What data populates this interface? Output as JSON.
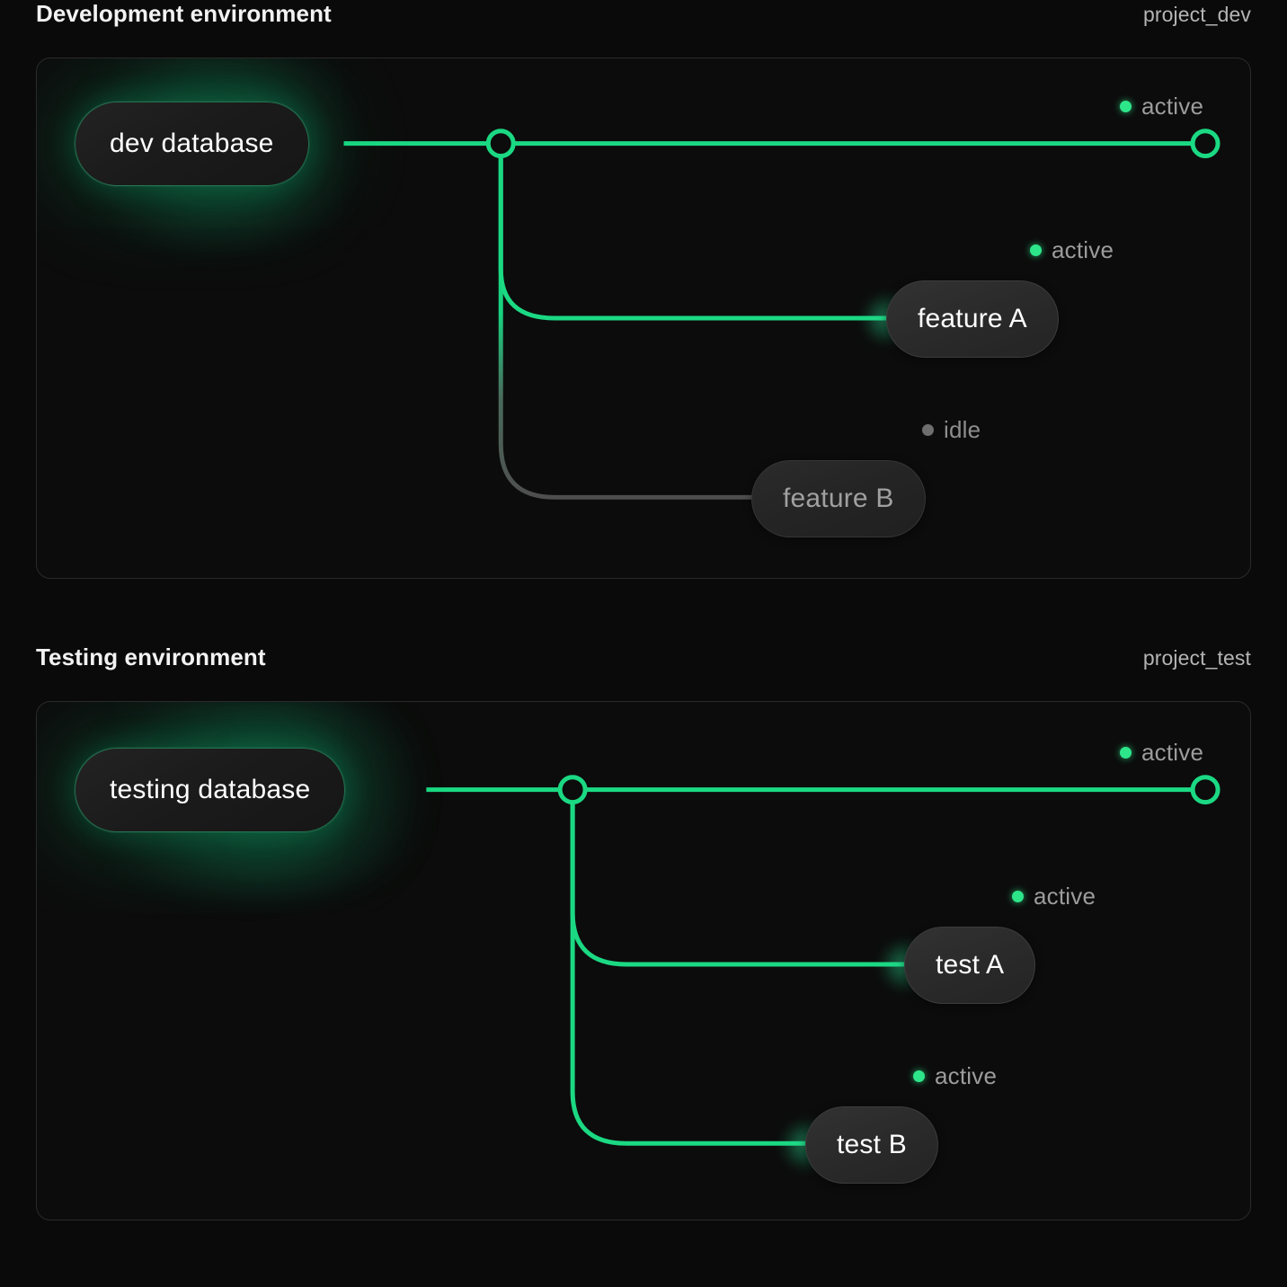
{
  "page": {
    "background": "#0a0a0a",
    "accent_active": "#2ee68a",
    "accent_idle": "#6e6e6e"
  },
  "sections": [
    {
      "id": "development",
      "title": "Development environment",
      "project": "project_dev",
      "source": {
        "label": "dev database",
        "state": "active"
      },
      "trunk_endpoint": {
        "state": "active",
        "status_label": "active"
      },
      "branches": [
        {
          "label": "feature A",
          "state": "active",
          "status_label": "active"
        },
        {
          "label": "feature B",
          "state": "idle",
          "status_label": "idle"
        }
      ]
    },
    {
      "id": "testing",
      "title": "Testing environment",
      "project": "project_test",
      "source": {
        "label": "testing database",
        "state": "active"
      },
      "trunk_endpoint": {
        "state": "active",
        "status_label": "active"
      },
      "branches": [
        {
          "label": "test A",
          "state": "active",
          "status_label": "active"
        },
        {
          "label": "test B",
          "state": "active",
          "status_label": "active"
        }
      ]
    }
  ]
}
